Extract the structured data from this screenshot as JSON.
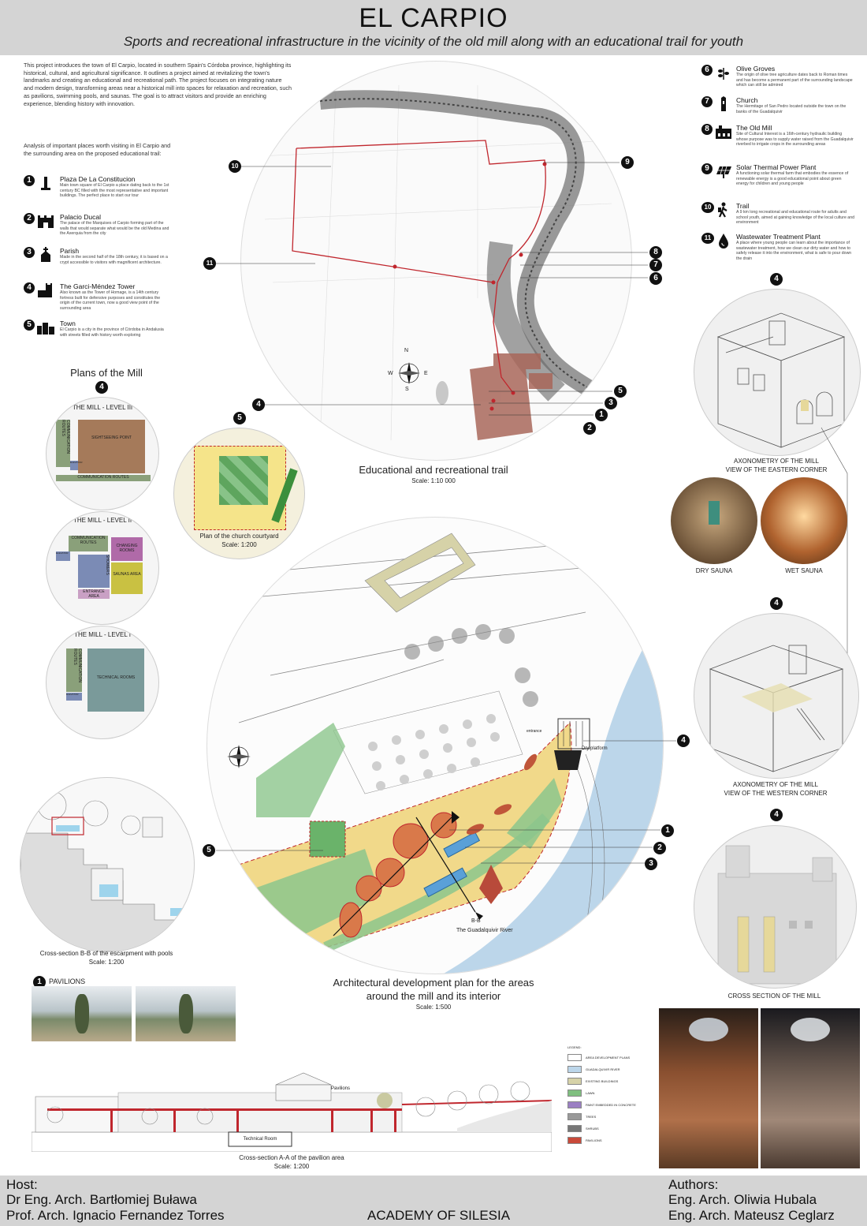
{
  "header": {
    "title": "EL CARPIO",
    "subtitle": "Sports and recreational infrastructure in the vicinity of the old mill along with an educational trail for youth"
  },
  "intro": "This project introduces the town of El Carpio, located in southern Spain's Córdoba province, highlighting its historical, cultural, and agricultural significance. It outlines a project aimed at revitalizing the town's landmarks and creating an educational and recreational path. The project focuses on integrating nature and modern design, transforming areas near a historical mill into spaces for relaxation and recreation, such as pavilions, swimming pools, and saunas. The goal is to attract visitors and provide an enriching experience, blending history with innovation.",
  "analysis_intro": "Analysis of important places worth visiting in El Carpio and the surrounding area on the proposed educational trail:",
  "left_points": [
    {
      "num": "1",
      "icon": "monument-icon",
      "title": "Plaza De La Constitucion",
      "desc": "Main town square of El Carpio a place dating back to the 1st century BC filled with the most representative and important buildings. The perfect place to start our tour"
    },
    {
      "num": "2",
      "icon": "palace-icon",
      "title": "Palacio Ducal",
      "desc": "The palace of the Marquises of Carpio forming part of the walls that would separate what would be the old Medina and the Axerquia from the city"
    },
    {
      "num": "3",
      "icon": "church-icon",
      "title": "Parish",
      "desc": "Made in the second half of the 18th century, it is based on a crypt accessible to visitors with magnificent architecture."
    },
    {
      "num": "4",
      "icon": "tower-icon",
      "title": "The Garci-Méndez Tower",
      "desc": "Also known as the Tower of Homage, is a 14th century fortress built for defensive purposes and constitutes the origin of the current town, now a good view point of the surrounding area"
    },
    {
      "num": "5",
      "icon": "town-icon",
      "title": "Town",
      "desc": "El Carpio is a city in the province of Córdoba in Andalusia with streets filled with history worth exploring"
    }
  ],
  "right_points": [
    {
      "num": "6",
      "icon": "olive-icon",
      "title": "Olive Groves",
      "desc": "The origin of olive tree agriculture dates back to Roman times and has become a permanent part of the surrounding landscape which can still be admired"
    },
    {
      "num": "7",
      "icon": "chapel-icon",
      "title": "Church",
      "desc": "The Hermitage of San Pedro located outside the town on the banks of the Guadalquivir"
    },
    {
      "num": "8",
      "icon": "mill-icon",
      "title": "The Old Mill",
      "desc": "Site of Cultural Interest is a 16th-century hydraulic building whose purpose was to supply water raised from the Guadalquivir riverbed to irrigate crops in the surrounding areas"
    },
    {
      "num": "9",
      "icon": "solar-panel-icon",
      "title": "Solar Thermal Power Plant",
      "desc": "A functioning solar thermal farm that embodies the essence of renewable energy is a good educational point about green energy for children and young people"
    },
    {
      "num": "10",
      "icon": "hiker-icon",
      "title": "Trail",
      "desc": "A 9 km long recreational and educational route for adults and school youth, aimed at gaining knowledge of the local culture and environment"
    },
    {
      "num": "11",
      "icon": "water-drop-icon",
      "title": "Wastewater Treatment Plant",
      "desc": "A place where young people can learn about the importance of wastewater treatment, how we clean our dirty water and how to safely release it into the environment, what is safe to pour down the drain"
    }
  ],
  "plans": {
    "title": "Plans of the Mill",
    "badge": "4",
    "level3": {
      "label": "THE MILL - LEVEL III",
      "rooms": [
        "COMMUNICATION ROUTES",
        "SIGHTSEEING POINT",
        "COMMUNICATION ROUTES",
        "ELEVATOR"
      ]
    },
    "level2": {
      "label": "THE MILL - LEVEL II",
      "rooms": [
        "COMMUNICATION ROUTES",
        "CHANGING ROOMS",
        "SHOWERS",
        "SAUNAS AREA",
        "ENTRANCE AREA",
        "ELEVATOR"
      ]
    },
    "level1": {
      "label": "THE MILL - LEVEL I",
      "rooms": [
        "COMMUNICATION ROUTES",
        "TECHNICAL ROOMS",
        "ELEVATOR"
      ]
    }
  },
  "courtyard": {
    "badge": "5",
    "label": "Plan of the church courtyard",
    "scale": "Scale: 1:200"
  },
  "trail_map": {
    "caption": "Educational and recreational trail",
    "scale": "Scale: 1:10 000",
    "compass": [
      "N",
      "E",
      "S",
      "W"
    ],
    "markers": [
      "1",
      "2",
      "3",
      "4",
      "5",
      "6",
      "7",
      "8",
      "9",
      "10",
      "11"
    ]
  },
  "axo_east": {
    "badge": "4",
    "label": "AXONOMETRY OF THE MILL",
    "sub": "VIEW OF THE EASTERN CORNER"
  },
  "saunas": {
    "dry": "DRY SAUNA",
    "wet": "WET SAUNA"
  },
  "axo_west": {
    "badge": "4",
    "label": "AXONOMETRY OF THE MILL",
    "sub": "VIEW OF THE WESTERN CORNER"
  },
  "cross_mill": {
    "badge": "4",
    "label": "CROSS SECTION OF THE MILL"
  },
  "site_plan": {
    "caption1": "Architectural development plan for the areas",
    "caption2": "around the mill and its interior",
    "scale": "Scale: 1:500",
    "river": "The Guadalquivir River",
    "dry_platform": "Dry platform",
    "entrance": "entrance",
    "section": "B-B",
    "markers": [
      "1",
      "2",
      "3",
      "4",
      "5"
    ]
  },
  "escarpment": {
    "caption": "Cross-section B-B of the escarpment with pools",
    "scale": "Scale: 1:200"
  },
  "pavilions": {
    "badge": "1",
    "label": "PAVILIONS"
  },
  "pavilion_section": {
    "caption": "Cross-section A-A of the pavilion area",
    "scale": "Scale: 1:200",
    "tag": "Pavilions",
    "room": "Technical Room"
  },
  "legend": {
    "title": "LEGEND:",
    "items": [
      {
        "label": "AREA DEVELOPMENT PLANS",
        "color": "#ffffff"
      },
      {
        "label": "GUADALQUIVIR RIVER",
        "color": "#bcd6ea"
      },
      {
        "label": "EXISTING BUILDINGS",
        "color": "#d6d2a8"
      },
      {
        "label": "LAWN",
        "color": "#7fbf7f"
      },
      {
        "label": "PAINT EMBEDDED IN CONCRETE",
        "color": "#9b7fc3"
      },
      {
        "label": "TREES",
        "color": "#999999"
      },
      {
        "label": "SHRUBS",
        "color": "#777777"
      },
      {
        "label": "PAVILIONS",
        "color": "#c94a3a"
      }
    ]
  },
  "footer": {
    "host_label": "Host:",
    "host1": "Dr Eng. Arch. Bartłomiej Buława",
    "host2": "Prof. Arch. Ignacio Fernandez Torres",
    "school": "ACADEMY OF SILESIA",
    "authors_label": "Authors:",
    "author1": "Eng. Arch. Oliwia Hubala",
    "author2": "Eng. Arch. Mateusz Ceglarz"
  }
}
